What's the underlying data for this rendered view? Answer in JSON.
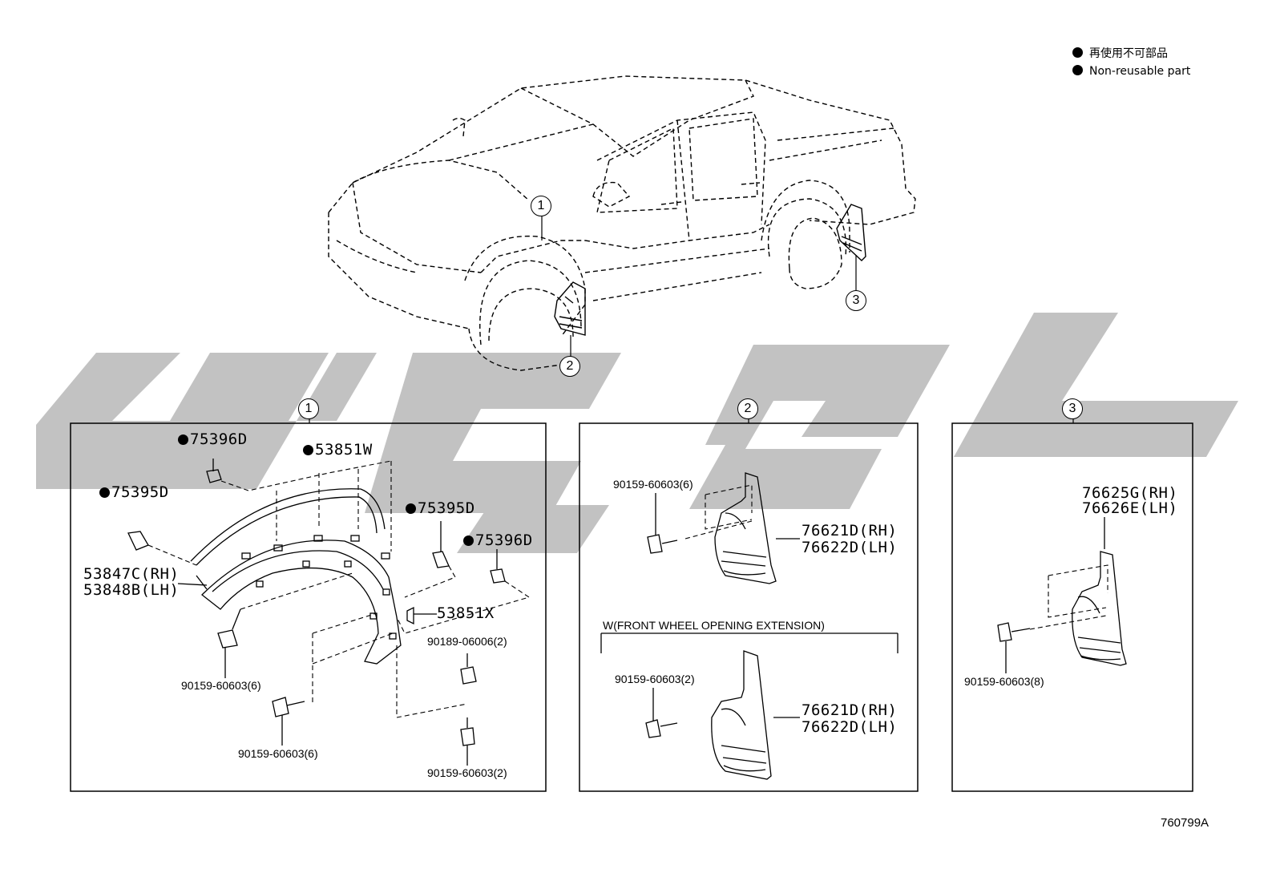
{
  "legend": {
    "jp": "再使用不可部品",
    "en": "Non-reusable part"
  },
  "callouts": {
    "c1": "1",
    "c2": "2",
    "c3": "3"
  },
  "panel1": {
    "number": "1",
    "labels": {
      "p75396d_top": "75396D",
      "p53851w": "53851W",
      "p75395d_left": "75395D",
      "p75395d_right": "75395D",
      "p75396d_right": "75396D",
      "p53847c": "53847C(RH)",
      "p53848b": "53848B(LH)",
      "p53851x": "53851X",
      "p90189": "90189-06006(2)",
      "p90159_a": "90159-60603(6)",
      "p90159_b": "90159-60603(6)",
      "p90159_c": "90159-60603(2)"
    }
  },
  "panel2": {
    "number": "2",
    "labels": {
      "screw_top": "90159-60603(6)",
      "flap_top_rh": "76621D(RH)",
      "flap_top_lh": "76622D(LH)",
      "variant": "W(FRONT WHEEL OPENING EXTENSION)",
      "screw_bottom": "90159-60603(2)",
      "flap_bottom_rh": "76621D(RH)",
      "flap_bottom_lh": "76622D(LH)"
    }
  },
  "panel3": {
    "number": "3",
    "labels": {
      "flap_rh": "76625G(RH)",
      "flap_lh": "76626E(LH)",
      "screw": "90159-60603(8)"
    }
  },
  "doc_id": "760799A",
  "colors": {
    "line": "#000000",
    "watermark": "#c2c2c2",
    "background": "#ffffff"
  }
}
